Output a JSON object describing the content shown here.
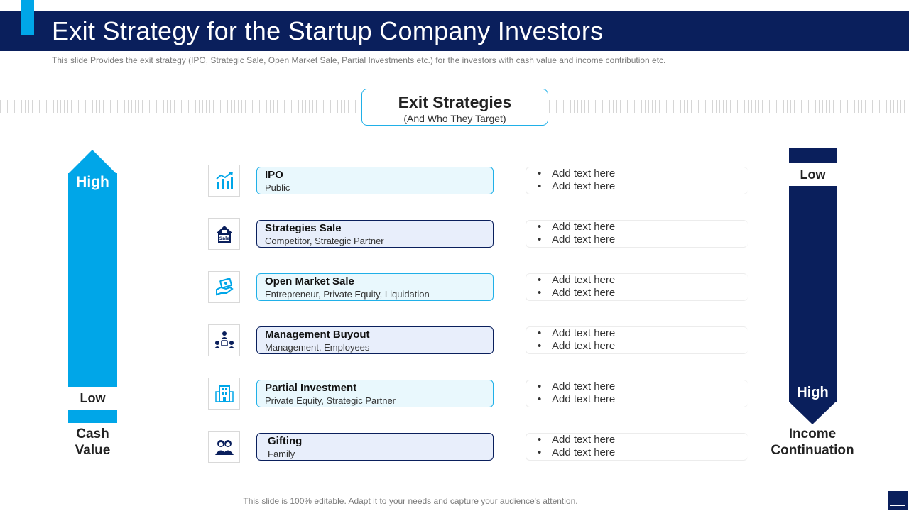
{
  "header": {
    "title": "Exit Strategy for the Startup Company Investors",
    "subtitle": "This slide Provides the exit strategy (IPO, Strategic Sale, Open Market Sale, Partial Investments etc.) for the investors with cash value and income contribution etc."
  },
  "center_box": {
    "title": "Exit Strategies",
    "subtitle": "(And Who They Target)"
  },
  "left_scale": {
    "high": "High",
    "low": "Low",
    "caption_line1": "Cash",
    "caption_line2": "Value",
    "color": "#00a6e8"
  },
  "right_scale": {
    "low": "Low",
    "high": "High",
    "caption_line1": "Income",
    "caption_line2": "Continuation",
    "color": "#0a1f5c"
  },
  "rows": [
    {
      "icon": "growth-chart-icon",
      "title": "IPO",
      "subtitle": "Public",
      "bullets": [
        "Add text here",
        "Add text here"
      ]
    },
    {
      "icon": "house-sale-icon",
      "title": "Strategies Sale",
      "subtitle": "Competitor,  Strategic Partner",
      "bullets": [
        "Add text here",
        "Add text here"
      ]
    },
    {
      "icon": "money-hand-icon",
      "title": "Open Market Sale",
      "subtitle": "Entrepreneur,  Private  Equity, Liquidation",
      "bullets": [
        "Add text here",
        "Add text here"
      ]
    },
    {
      "icon": "team-management-icon",
      "title": "Management Buyout",
      "subtitle": "Management,  Employees",
      "bullets": [
        "Add text here",
        "Add text here"
      ]
    },
    {
      "icon": "building-icon",
      "title": "Partial Investment",
      "subtitle": "Private  Equity, Strategic Partner",
      "bullets": [
        "Add text here",
        "Add text here"
      ]
    },
    {
      "icon": "people-icon",
      "title": "Gifting",
      "subtitle": "Family",
      "bullets": [
        "Add text here",
        "Add text here"
      ]
    }
  ],
  "footer": "This slide is 100% editable. Adapt it to your needs and capture your audience's attention.",
  "colors": {
    "navy": "#0a1f5c",
    "cyan": "#00a6e8",
    "light_box": "#e9f8fd",
    "dark_box": "#e8eefb"
  }
}
